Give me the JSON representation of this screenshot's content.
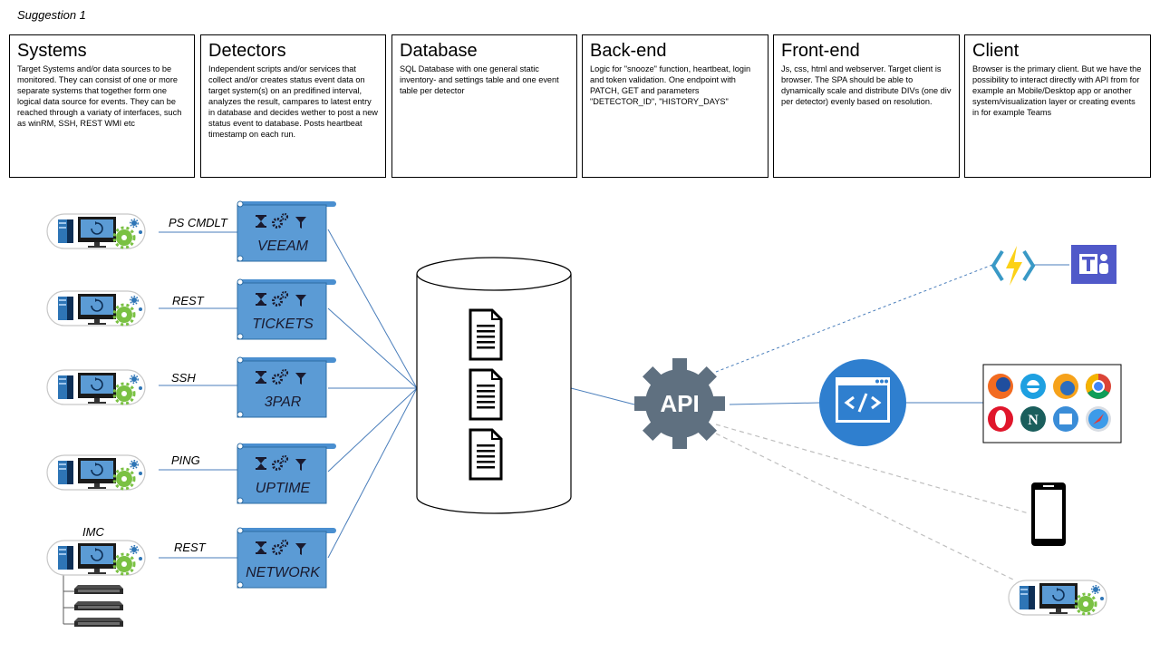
{
  "suggestion_label": "Suggestion 1",
  "boxes": [
    {
      "title": "Systems",
      "text": "Target Systems and/or data sources to be monitored. They can consist of one or more separate systems that together form one logical data source for events. They can be reached through a variaty of interfaces, such as winRM, SSH, REST WMI etc"
    },
    {
      "title": "Detectors",
      "text": "Independent scripts and/or services that collect and/or creates status event data on target system(s) on an predifined interval, analyzes the result, campares to latest entry in database and decides wether to post a new status event to database. Posts heartbeat timestamp on each run."
    },
    {
      "title": "Database",
      "text": "SQL Database with one general static inventory- and settings table and one event table per detector"
    },
    {
      "title": "Back-end",
      "text": "Logic for \"snooze\" function, heartbeat, login and token validation. One endpoint with PATCH, GET and parameters \"DETECTOR_ID\", \"HISTORY_DAYS\""
    },
    {
      "title": "Front-end",
      "text": "Js, css, html and webserver. Target client is browser. The SPA should be able to dynamically scale and distribute DIVs (one div per detector) evenly based on resolution."
    },
    {
      "title": "Client",
      "text": "Browser is the primary client. But we have the possibility to interact directly with API from for example an Mobile/Desktop app or another system/visualization layer or creating events in for example Teams"
    }
  ],
  "connections": [
    "PS CMDLT",
    "REST",
    "SSH",
    "PING",
    "REST"
  ],
  "detectors": [
    "VEEAM",
    "TICKETS",
    "3PAR",
    "UPTIME",
    "NETWORK"
  ],
  "imc_label": "IMC",
  "api_label": "API",
  "icons": {
    "system": "server-monitor-icon",
    "detector": "hourglass-gears-filter-icon",
    "database": "database-cylinder-icon",
    "document": "document-icon",
    "api": "api-gear-icon",
    "frontend": "code-window-icon",
    "azure_function": "azure-function-icon",
    "teams": "teams-icon",
    "browsers": "browser-logos-icon",
    "mobile": "mobile-phone-icon",
    "switch": "network-switch-icon"
  },
  "colors": {
    "detector_fill": "#5b9bd5",
    "detector_top": "#4a8fd0",
    "api_gear": "#5f7080",
    "frontend_circle": "#2f7fcf",
    "teams": "#5059c9",
    "line": "#4a7ebb"
  }
}
